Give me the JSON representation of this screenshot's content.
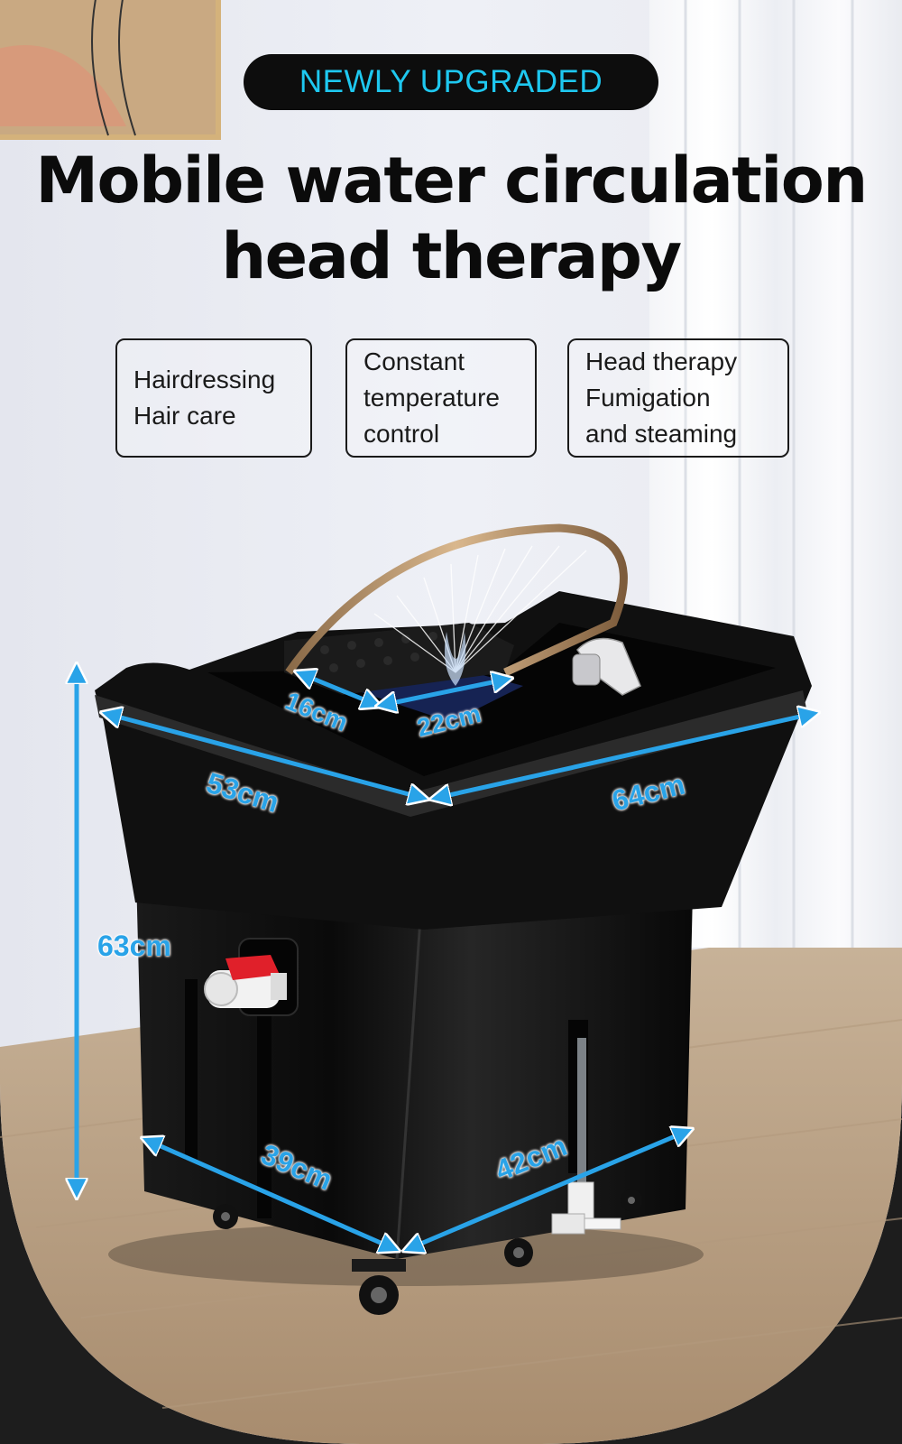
{
  "header": {
    "badge": "NEWLY UPGRADED",
    "title_line1": "Mobile water circulation",
    "title_line2": "head therapy"
  },
  "features": [
    {
      "lines": [
        "Hairdressing",
        "Hair care"
      ]
    },
    {
      "lines": [
        "Constant",
        "temperature",
        "control"
      ]
    },
    {
      "lines": [
        "Head therapy",
        "Fumigation",
        "and steaming"
      ]
    }
  ],
  "dimensions": {
    "height": "63cm",
    "top_width": "53cm",
    "top_length": "64cm",
    "basin_a": "16cm",
    "basin_b": "22cm",
    "base_width": "39cm",
    "base_length": "42cm"
  },
  "colors": {
    "accent_blue": "#29a3e8",
    "badge_text": "#1ec8f0",
    "unit_body": "#0e0e0e",
    "valve_red": "#e0202a"
  },
  "icons": [
    "water-valve-icon",
    "shower-head-icon",
    "drain-valve-icon",
    "caster-wheel-icon"
  ]
}
